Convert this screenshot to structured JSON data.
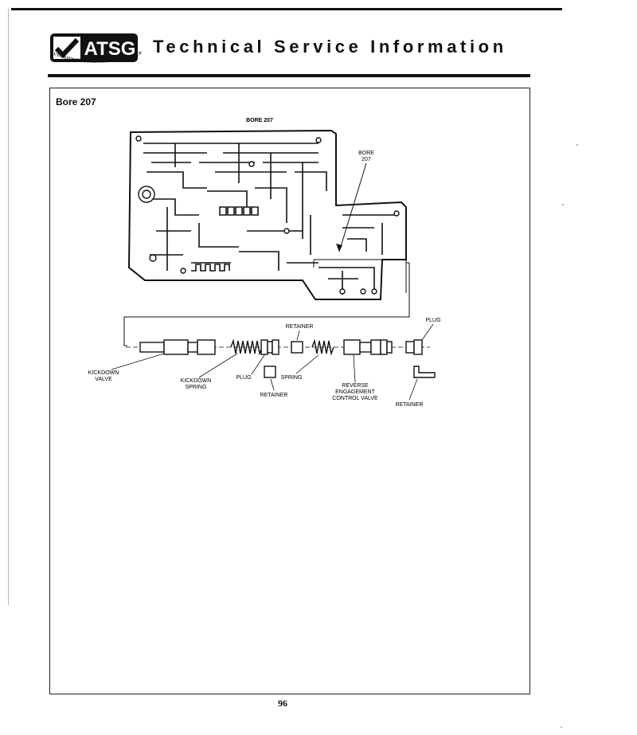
{
  "header": {
    "logo_text": "ATSG",
    "logo_tagline": "AUTOMATIC TRANSMISSION SERVICE GROUP",
    "title": "Technical Service Information"
  },
  "section": {
    "heading": "Bore 207"
  },
  "diagram": {
    "plate_title": "BORE 207",
    "callout_bore": [
      "BORE",
      "207"
    ],
    "labels": {
      "retainer_top": "RETAINER",
      "plug_top": "PLUG",
      "kickdown_valve": [
        "KICKDOWN",
        "VALVE"
      ],
      "kickdown_spring": [
        "KICKDOWN",
        "SPRING"
      ],
      "plug": "PLUG",
      "spring": "SPRING",
      "retainer_bottom": "RETAINER",
      "reverse_engagement": [
        "REVERSE",
        "ENGAGEMENT",
        "CONTROL VALVE"
      ],
      "retainer_right": "RETAINER"
    }
  },
  "footer": {
    "page_number": "96"
  }
}
